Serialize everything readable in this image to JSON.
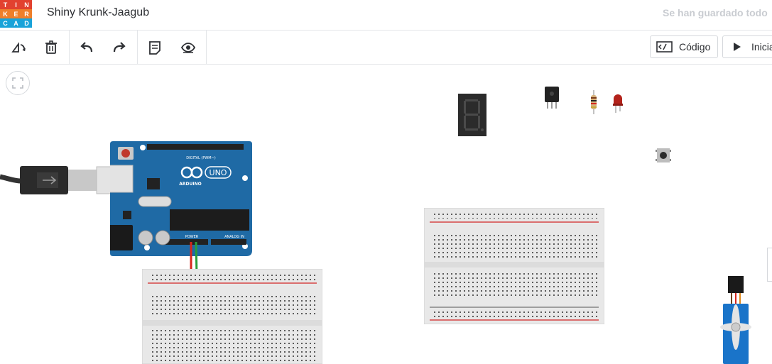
{
  "app": {
    "logo_letters": [
      "T",
      "I",
      "N",
      "K",
      "E",
      "R",
      "C",
      "A",
      "D"
    ],
    "logo_colors": [
      "#e2412f",
      "#e2412f",
      "#e2412f",
      "#ee7f2a",
      "#ee7f2a",
      "#ee7f2a",
      "#19a3d9",
      "#19a3d9",
      "#19a3d9"
    ],
    "title": "Shiny Krunk-Jaagub",
    "save_status": "Se han guardado todo"
  },
  "toolbar": {
    "tools": [
      "rotate-icon",
      "trash-icon",
      "undo-icon",
      "redo-icon",
      "notes-icon",
      "visibility-icon"
    ],
    "code_label": "Código",
    "start_label": "Iniciar"
  },
  "arduino": {
    "board_name": "UNO",
    "brand": "ARDUINO",
    "digital_label": "DIGITAL (PWM~)",
    "power_label": "POWER",
    "analog_label": "ANALOG IN"
  },
  "colors": {
    "arduino_blue": "#1f6aa5",
    "wire_red": "#d9261c",
    "wire_green": "#2a9d3a",
    "breadboard": "#e8e8e8",
    "rail_red": "#d64545"
  },
  "components": [
    "seven-segment-display",
    "ir-receiver",
    "resistor",
    "red-led",
    "push-button",
    "servo-motor"
  ]
}
